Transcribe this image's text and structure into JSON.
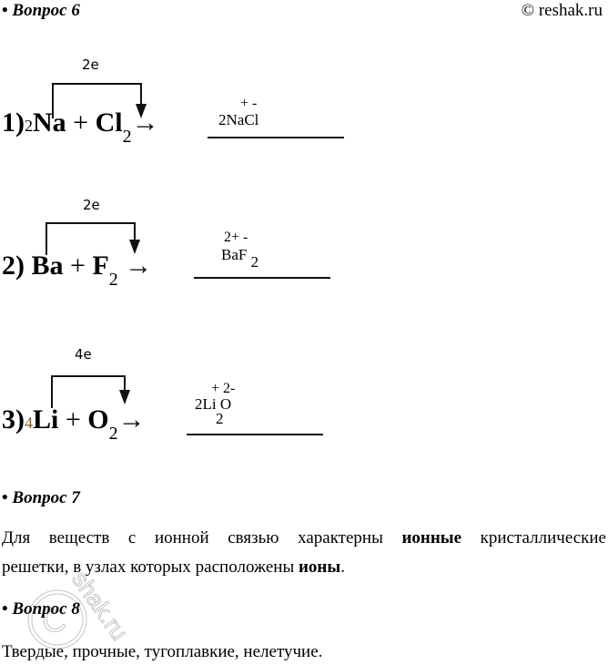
{
  "header": {
    "question6": "Вопрос 6",
    "bullet": "•",
    "copyright": "© reshak.ru"
  },
  "reactions": [
    {
      "number": "1)",
      "coef1": "2",
      "reactant1": "Na",
      "plus": "+",
      "reactant2": "Cl",
      "reactant2_sub": "2",
      "arrow": "→",
      "electrons": "2e",
      "product": "2NaCl",
      "charges": "+  -"
    },
    {
      "number": "2)",
      "coef1": "",
      "reactant1": "Ba",
      "plus": "+",
      "reactant2": "F",
      "reactant2_sub": "2",
      "arrow": "→",
      "electrons": "2e",
      "product": "BaF",
      "product_sub": "2",
      "charges": "2+  -"
    },
    {
      "number": "3)",
      "coef1": "4",
      "reactant1": "Li",
      "plus": "+",
      "reactant2": "O",
      "reactant2_sub": "2",
      "arrow": "→",
      "electrons": "4e",
      "product": "2Li O",
      "product_sub": "2",
      "charges": "+  2-"
    }
  ],
  "question7": {
    "title": "Вопрос 7",
    "line1_part1": "Для веществ с ионной связью характерны ",
    "line1_bold": "ионные",
    "line1_part2": " кристаллические",
    "line2_part1": "решетки, в узлах которых расположены ",
    "line2_bold": "ионы",
    "line2_part2": "."
  },
  "question8": {
    "title": "Вопрос 8",
    "answer": "Твердые, прочные, тугоплавкие, нелетучие."
  },
  "watermark": {
    "text": "reshak.ru",
    "symbol": "©"
  }
}
